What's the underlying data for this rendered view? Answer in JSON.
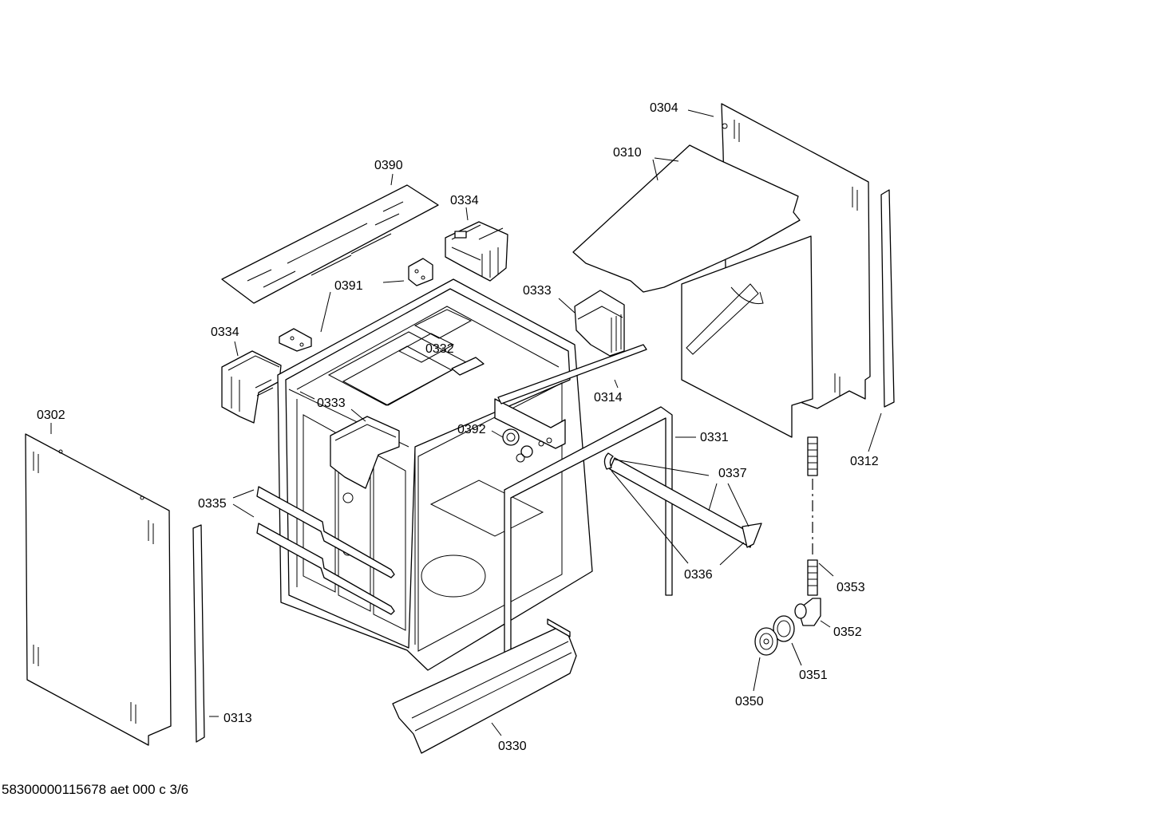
{
  "diagram": {
    "parts": [
      {
        "id": "p0390",
        "label": "0390"
      },
      {
        "id": "p0334a",
        "label": "0334"
      },
      {
        "id": "p0391",
        "label": "0391"
      },
      {
        "id": "p0333a",
        "label": "0333"
      },
      {
        "id": "p0334b",
        "label": "0334"
      },
      {
        "id": "p0332",
        "label": "0332"
      },
      {
        "id": "p0333b",
        "label": "0333"
      },
      {
        "id": "p0304",
        "label": "0304"
      },
      {
        "id": "p0310",
        "label": "0310"
      },
      {
        "id": "p0314",
        "label": "0314"
      },
      {
        "id": "p0392",
        "label": "0392"
      },
      {
        "id": "p0331",
        "label": "0331"
      },
      {
        "id": "p0302",
        "label": "0302"
      },
      {
        "id": "p0335",
        "label": "0335"
      },
      {
        "id": "p0337",
        "label": "0337"
      },
      {
        "id": "p0336",
        "label": "0336"
      },
      {
        "id": "p0312",
        "label": "0312"
      },
      {
        "id": "p0353",
        "label": "0353"
      },
      {
        "id": "p0352",
        "label": "0352"
      },
      {
        "id": "p0351",
        "label": "0351"
      },
      {
        "id": "p0350",
        "label": "0350"
      },
      {
        "id": "p0313",
        "label": "0313"
      },
      {
        "id": "p0330",
        "label": "0330"
      }
    ]
  },
  "footer": {
    "code": "58300000115678 aet 000 c 3/6"
  }
}
